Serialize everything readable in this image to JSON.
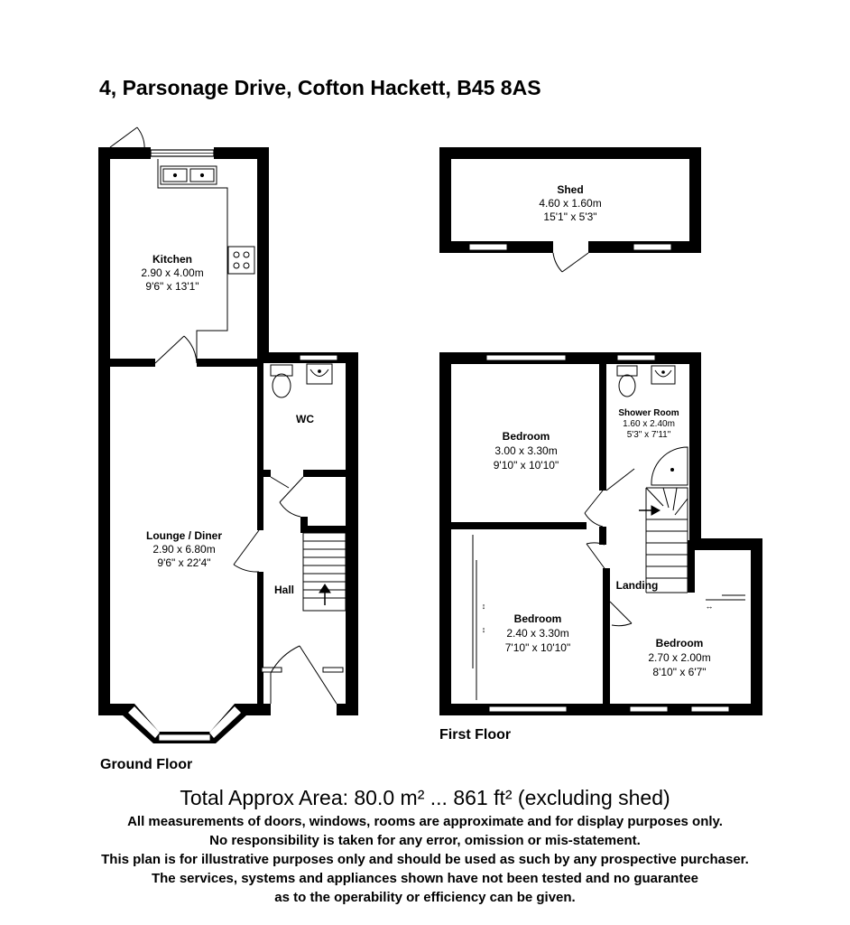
{
  "title": "4, Parsonage Drive, Cofton Hackett, B45 8AS",
  "floors": {
    "ground": "Ground Floor",
    "first": "First Floor"
  },
  "rooms": {
    "kitchen": {
      "name": "Kitchen",
      "metric": "2.90 x 4.00m",
      "imperial": "9'6\" x 13'1\""
    },
    "lounge": {
      "name": "Lounge / Diner",
      "metric": "2.90 x 6.80m",
      "imperial": "9'6\" x 22'4\""
    },
    "wc": {
      "name": "WC"
    },
    "hall": {
      "name": "Hall"
    },
    "shed": {
      "name": "Shed",
      "metric": "4.60 x 1.60m",
      "imperial": "15'1\" x 5'3\""
    },
    "bedroom1": {
      "name": "Bedroom",
      "metric": "3.00 x 3.30m",
      "imperial": "9'10\" x 10'10\""
    },
    "shower": {
      "name": "Shower Room",
      "metric": "1.60 x 2.40m",
      "imperial": "5'3\" x 7'11\""
    },
    "bedroom2": {
      "name": "Bedroom",
      "metric": "2.40 x 3.30m",
      "imperial": "7'10\" x 10'10\""
    },
    "landing": {
      "name": "Landing"
    },
    "bedroom3": {
      "name": "Bedroom",
      "metric": "2.70 x 2.00m",
      "imperial": "8'10\" x 6'7\""
    }
  },
  "total_area": "Total Approx Area: 80.0 m² ... 861 ft² (excluding shed)",
  "disclaimer": [
    "All measurements of doors, windows, rooms are approximate and for display purposes only.",
    "No responsibility is taken for any error, omission or mis-statement.",
    "This plan is for illustrative purposes only and should be used as such by any prospective purchaser.",
    "The services, systems and appliances shown have not been tested and no guarantee",
    "as to the operability or efficiency can be given."
  ]
}
